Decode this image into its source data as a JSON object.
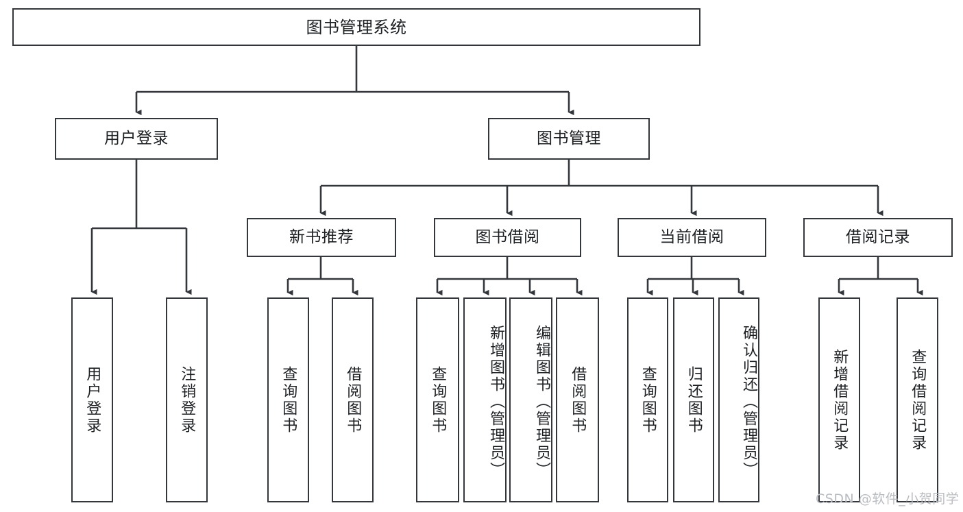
{
  "diagram": {
    "title": "图书管理系统",
    "type": "hierarchy-tree",
    "stroke_color": "#33373b",
    "text_color": "#1d2023",
    "background_color": "#ffffff",
    "levels": {
      "root": {
        "label": "图书管理系统"
      },
      "level2": [
        {
          "label": "用户登录"
        },
        {
          "label": "图书管理"
        }
      ],
      "level3": [
        {
          "label": "新书推荐"
        },
        {
          "label": "图书借阅"
        },
        {
          "label": "当前借阅"
        },
        {
          "label": "借阅记录"
        }
      ],
      "leaves": {
        "user_login": [
          {
            "label": "用户登录"
          },
          {
            "label": "注销登录"
          }
        ],
        "new_book_recommend": [
          {
            "label": "查询图书"
          },
          {
            "label": "借阅图书"
          }
        ],
        "book_borrow": [
          {
            "label": "查询图书"
          },
          {
            "label": "新增图书（管理员）"
          },
          {
            "label": "编辑图书（管理员）"
          },
          {
            "label": "借阅图书"
          }
        ],
        "current_borrow": [
          {
            "label": "查询图书"
          },
          {
            "label": "归还图书"
          },
          {
            "label": "确认归还（管理员）"
          }
        ],
        "borrow_record": [
          {
            "label": "新增借阅记录"
          },
          {
            "label": "查询借阅记录"
          }
        ]
      }
    }
  },
  "watermark": {
    "text": "CSDN @软件_小贺同学",
    "color": "#b9bcc0"
  }
}
